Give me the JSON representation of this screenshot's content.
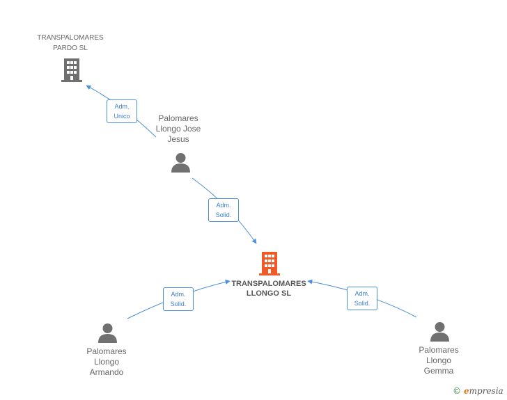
{
  "nodes": {
    "pardo": {
      "label": "TRANSPALOMARES\nPARDO SL",
      "kind": "company",
      "color": "#707070"
    },
    "jose": {
      "label": "Palomares\nLlongo Jose\nJesus",
      "kind": "person",
      "color": "#707070"
    },
    "llongo": {
      "label": "TRANSPALOMARES\nLLONGO SL",
      "kind": "company",
      "color": "#f05a28"
    },
    "armando": {
      "label": "Palomares\nLlongo\nArmando",
      "kind": "person",
      "color": "#707070"
    },
    "gemma": {
      "label": "Palomares\nLlongo\nGemma",
      "kind": "person",
      "color": "#707070"
    }
  },
  "edges": {
    "jose_pardo": "Adm.\nUnico",
    "jose_llongo": "Adm.\nSolid.",
    "armando_llongo": "Adm.\nSolid.",
    "gemma_llongo": "Adm.\nSolid."
  },
  "edge_color": "#4a8fd8",
  "brand": {
    "copyright": "©",
    "initial": "e",
    "rest": "mpresia"
  }
}
